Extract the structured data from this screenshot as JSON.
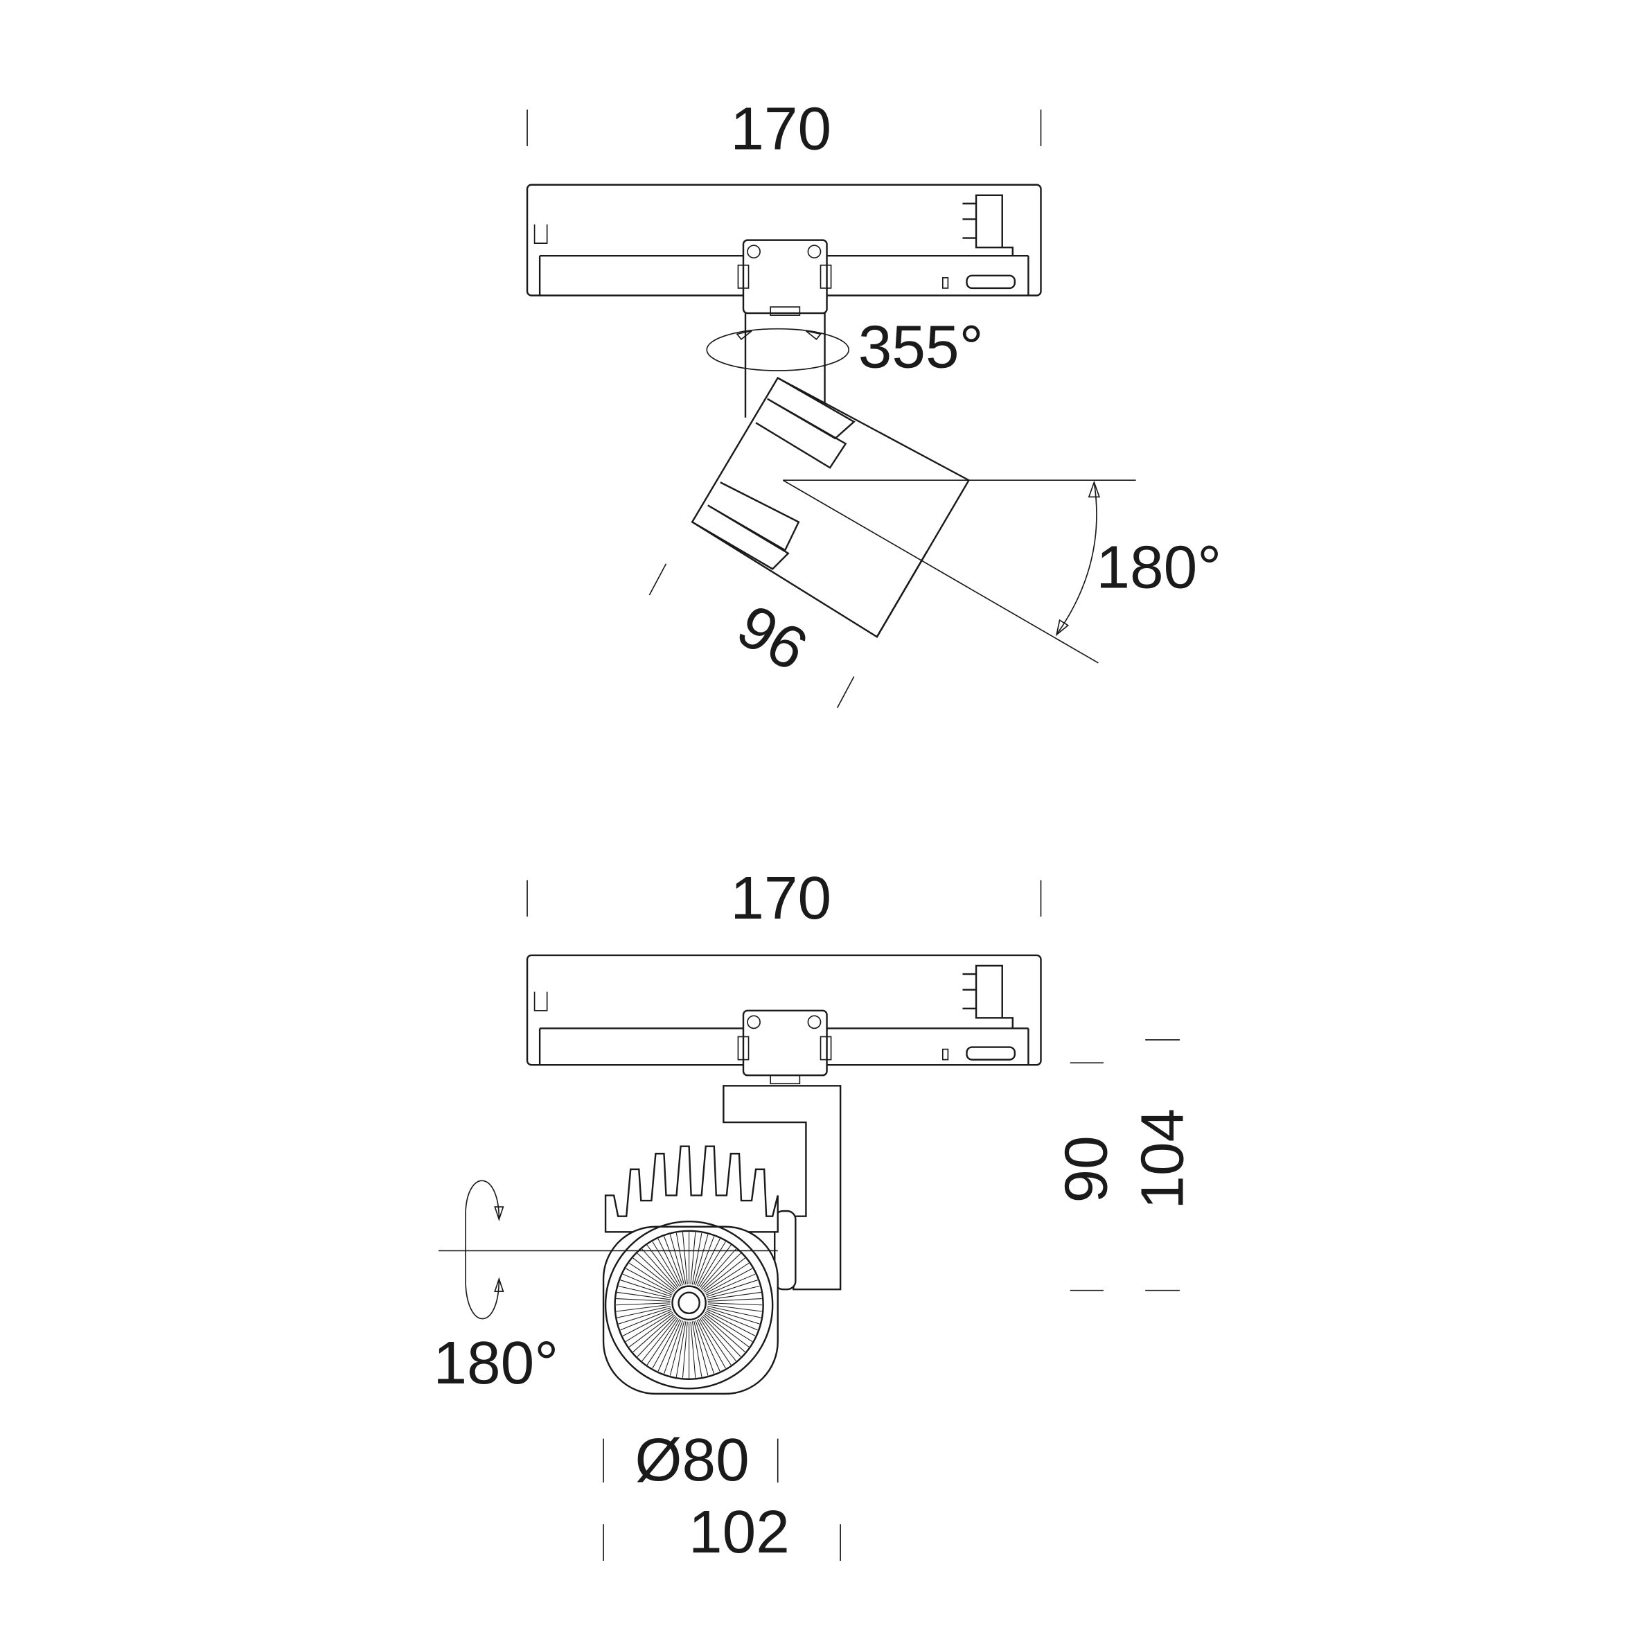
{
  "top_view": {
    "width_label": "170",
    "rotation_label": "355°",
    "tilt_label": "180°",
    "head_length_label": "96"
  },
  "front_view": {
    "width_label": "170",
    "height_label_inner": "90",
    "height_label_outer": "104",
    "rotation_label": "180°",
    "lens_diameter_label": "Ø80",
    "head_width_label": "102"
  }
}
